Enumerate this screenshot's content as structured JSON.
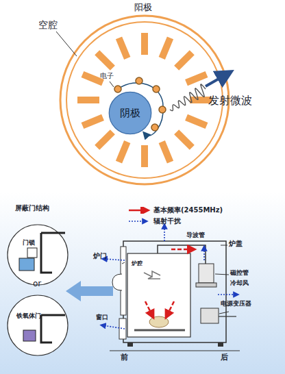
{
  "diagram": {
    "nodes": [
      {
        "text": [
          "阴极"
        ]
      }
    ],
    "labels": [
      "空腔",
      "阳极",
      "电子",
      "发射微波",
      "屏蔽门结构",
      "门锁",
      "or",
      "铁氧体门",
      "炉门",
      "炉腔",
      "导波管",
      "炉盖",
      "磁控管",
      "冷却风",
      "电源变压器",
      "窗口",
      "前",
      "后"
    ],
    "legend": [
      {
        "text": "基本频率(2455MHz)"
      },
      {
        "text": "辐射干扰"
      }
    ]
  }
}
